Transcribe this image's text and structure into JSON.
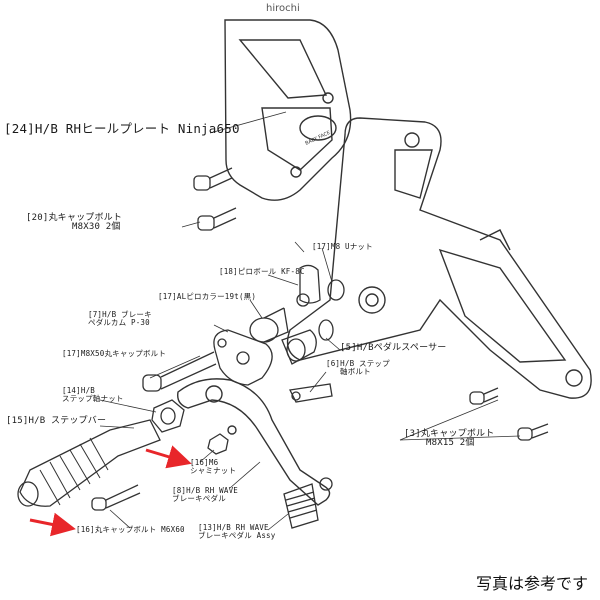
{
  "watermark": "hirochi",
  "footer_note": "写真は参考です",
  "accent_colors": {
    "arrow": "#e8262a",
    "line": "#333333"
  },
  "parts": [
    {
      "lines": [
        "[24]H/B RHヒールプレート Ninja650"
      ]
    },
    {
      "lines": [
        "[20]丸キャップボルト",
        "M8X30 2個"
      ]
    },
    {
      "lines": [
        "[17]M8 Uナット"
      ]
    },
    {
      "lines": [
        "[18]ピロボール KF-8C"
      ]
    },
    {
      "lines": [
        "[17]ALピロカラー19t(黒)"
      ]
    },
    {
      "lines": [
        "[7]H/B ブレーキ",
        "ペダルカム P-30"
      ]
    },
    {
      "lines": [
        "[17]M8X50丸キャップボルト"
      ]
    },
    {
      "lines": [
        "[5]H/Bペダルスペーサー"
      ]
    },
    {
      "lines": [
        "[6]H/B ステップ",
        "軸ボルト"
      ]
    },
    {
      "lines": [
        "[14]H/B",
        "ステップ軸ナット"
      ]
    },
    {
      "lines": [
        "[15]H/B ステップバー"
      ]
    },
    {
      "lines": [
        "[3]丸キャップボルト",
        "M8X15 2個"
      ]
    },
    {
      "lines": [
        "[16]M6",
        "シャミナット"
      ]
    },
    {
      "lines": [
        "[8]H/B RH WAVE",
        "ブレーキペダル"
      ]
    },
    {
      "lines": [
        "[13]H/B RH WAVE",
        "ブレーキペダル Assy"
      ]
    },
    {
      "lines": [
        "[16]丸キャップボルト M6X60"
      ]
    }
  ],
  "logo_text": "BABY FACE"
}
